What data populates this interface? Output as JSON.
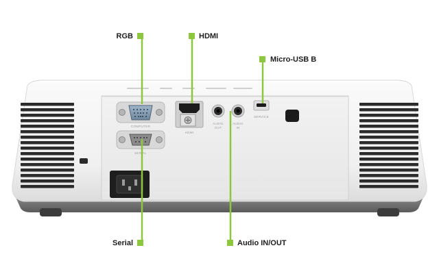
{
  "accent_color": "#8dc63f",
  "callouts": {
    "rgb": "RGB",
    "hdmi": "HDMI",
    "micro_usb": "Micro-USB B",
    "serial": "Serial",
    "audio": "Audio IN/OUT"
  },
  "panel_labels": {
    "computer": "COMPUTER",
    "serial": "SERIAL",
    "hdmi": "HDMI",
    "audio_out_1": "AUDIO",
    "audio_out_2": "OUT",
    "audio_in_1": "AUDIO",
    "audio_in_2": "IN",
    "service": "SERVICE"
  }
}
